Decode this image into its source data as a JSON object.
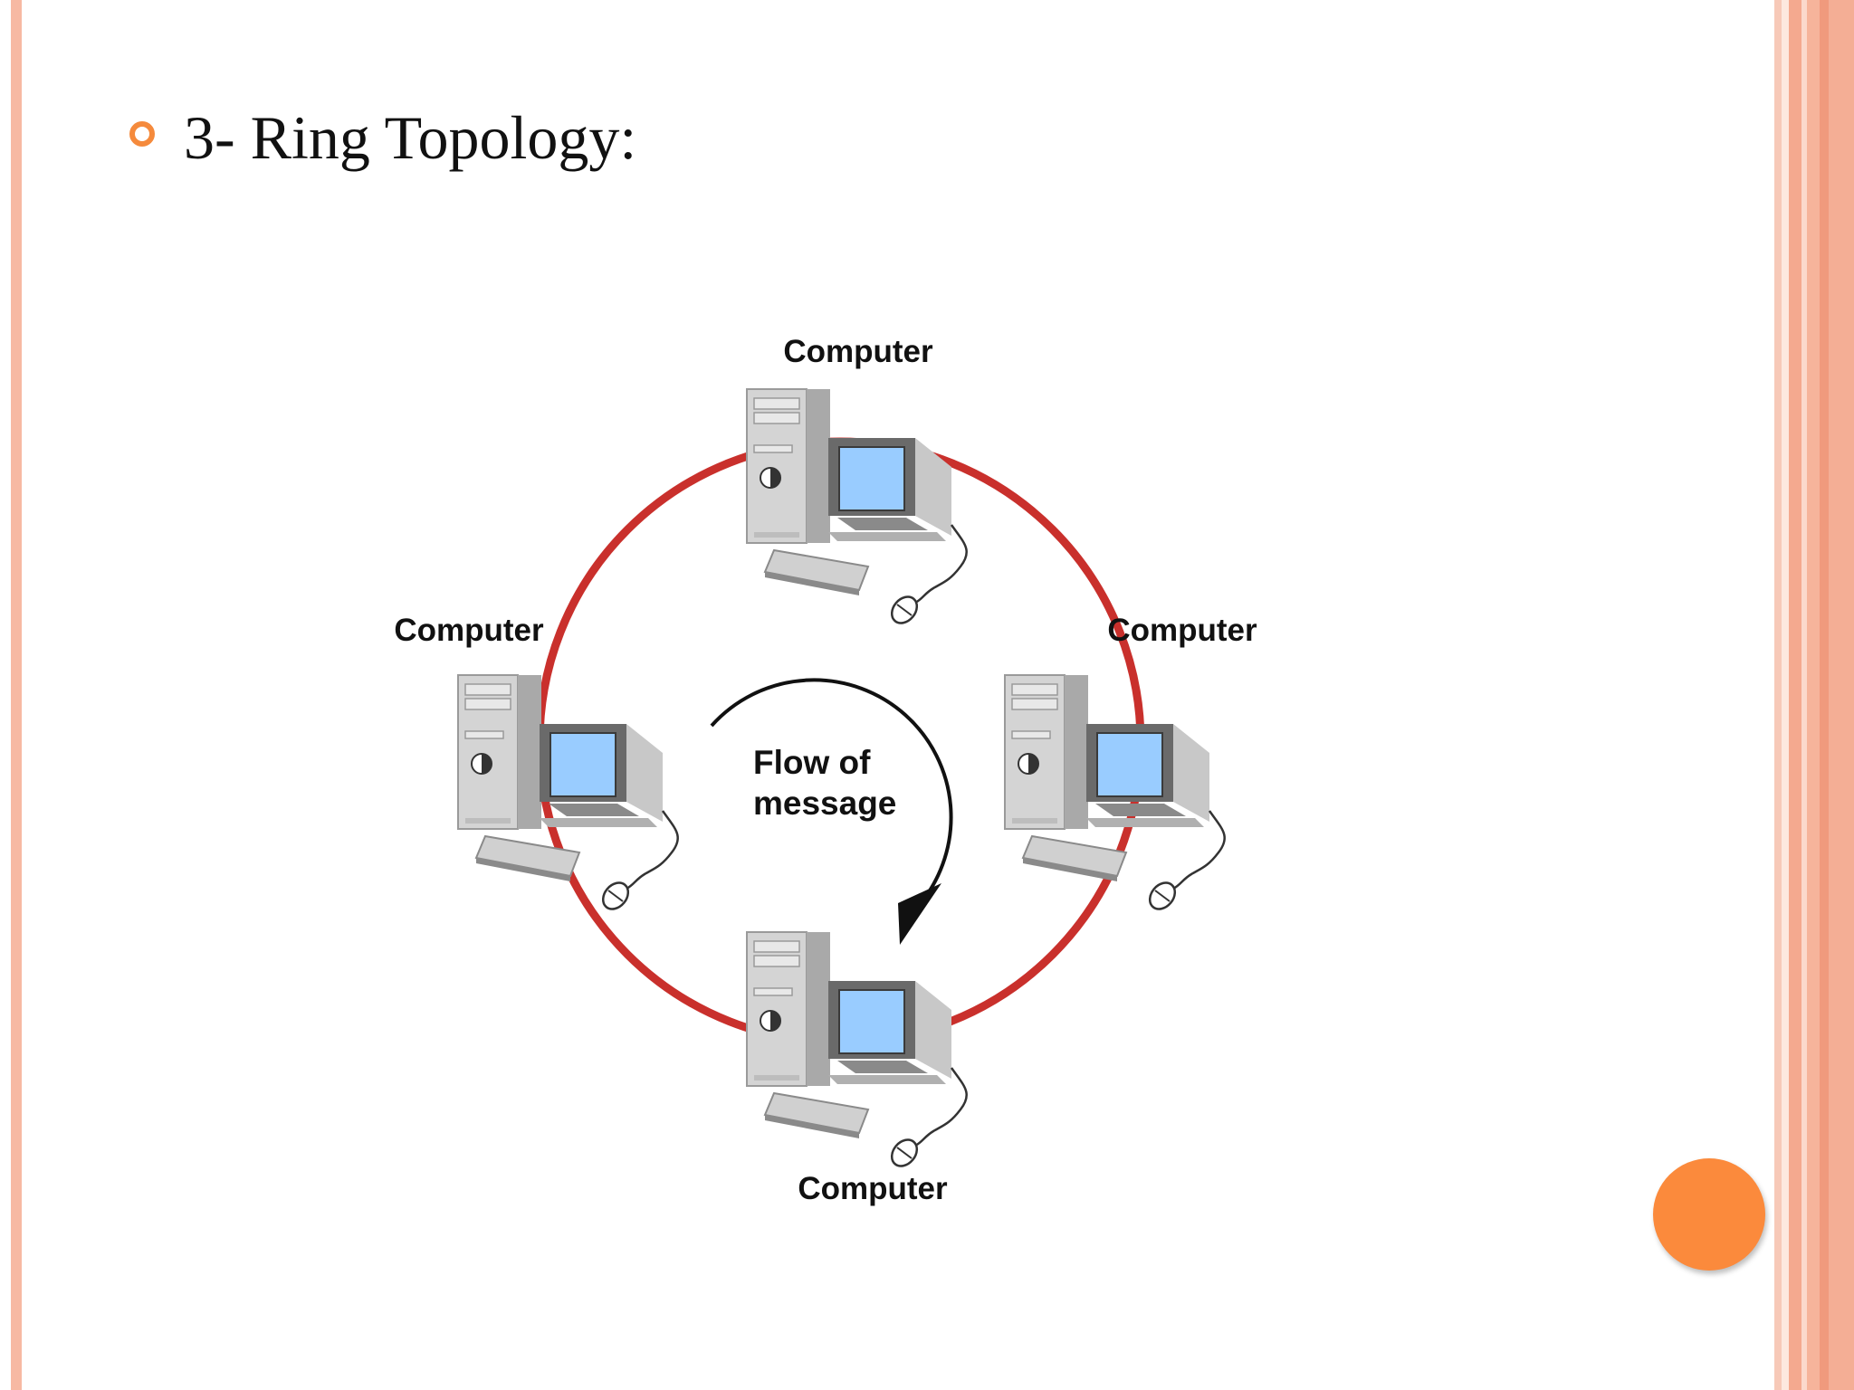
{
  "slide": {
    "title": "3- Ring Topology:",
    "accent_color": "#f58a3c",
    "frame_color": "#f7b9a3"
  },
  "diagram": {
    "nodes": [
      {
        "label": "Computer"
      },
      {
        "label": "Computer"
      },
      {
        "label": "Computer"
      },
      {
        "label": "Computer"
      }
    ],
    "center_label_line1": "Flow of",
    "center_label_line2": "message",
    "ring_color": "#c9302c",
    "screen_color": "#99ccff"
  }
}
